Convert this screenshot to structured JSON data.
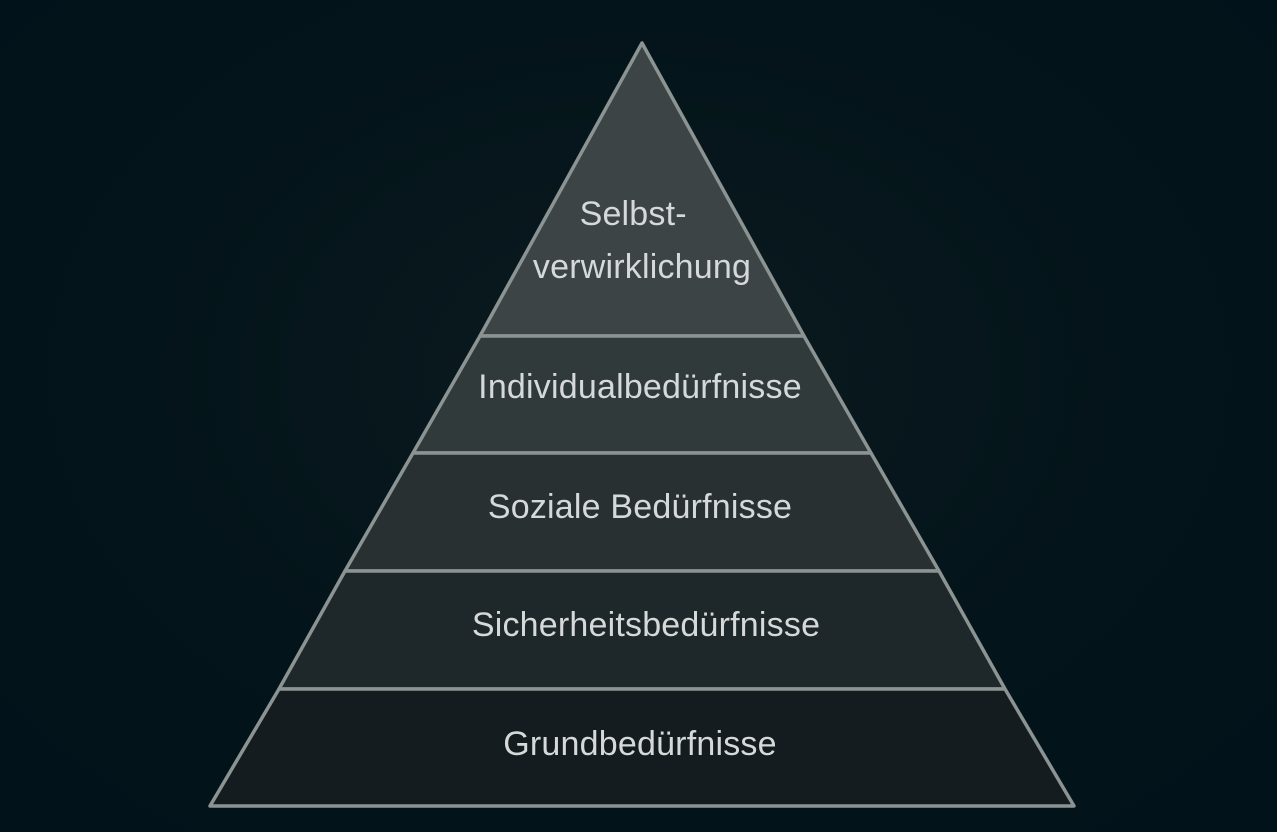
{
  "pyramid": {
    "levels": [
      {
        "id": "selbstverwirklichung",
        "lines": [
          "Selbst-",
          "verwirklichung"
        ],
        "fill": "#3c4445"
      },
      {
        "id": "individualbeduerfnisse",
        "lines": [
          "Individualbedürfnisse"
        ],
        "fill": "#313a3b"
      },
      {
        "id": "soziale-beduerfnisse",
        "lines": [
          "Soziale Bedürfnisse"
        ],
        "fill": "#283032"
      },
      {
        "id": "sicherheitsbeduerfnisse",
        "lines": [
          "Sicherheitsbedürfnisse"
        ],
        "fill": "#1e2729"
      },
      {
        "id": "grundbeduerfnisse",
        "lines": [
          "Grundbedürfnisse"
        ],
        "fill": "#141c1f"
      }
    ],
    "colors": {
      "background": "#01121a",
      "outline": "#8c9393",
      "text": "#d6d9d9"
    }
  }
}
